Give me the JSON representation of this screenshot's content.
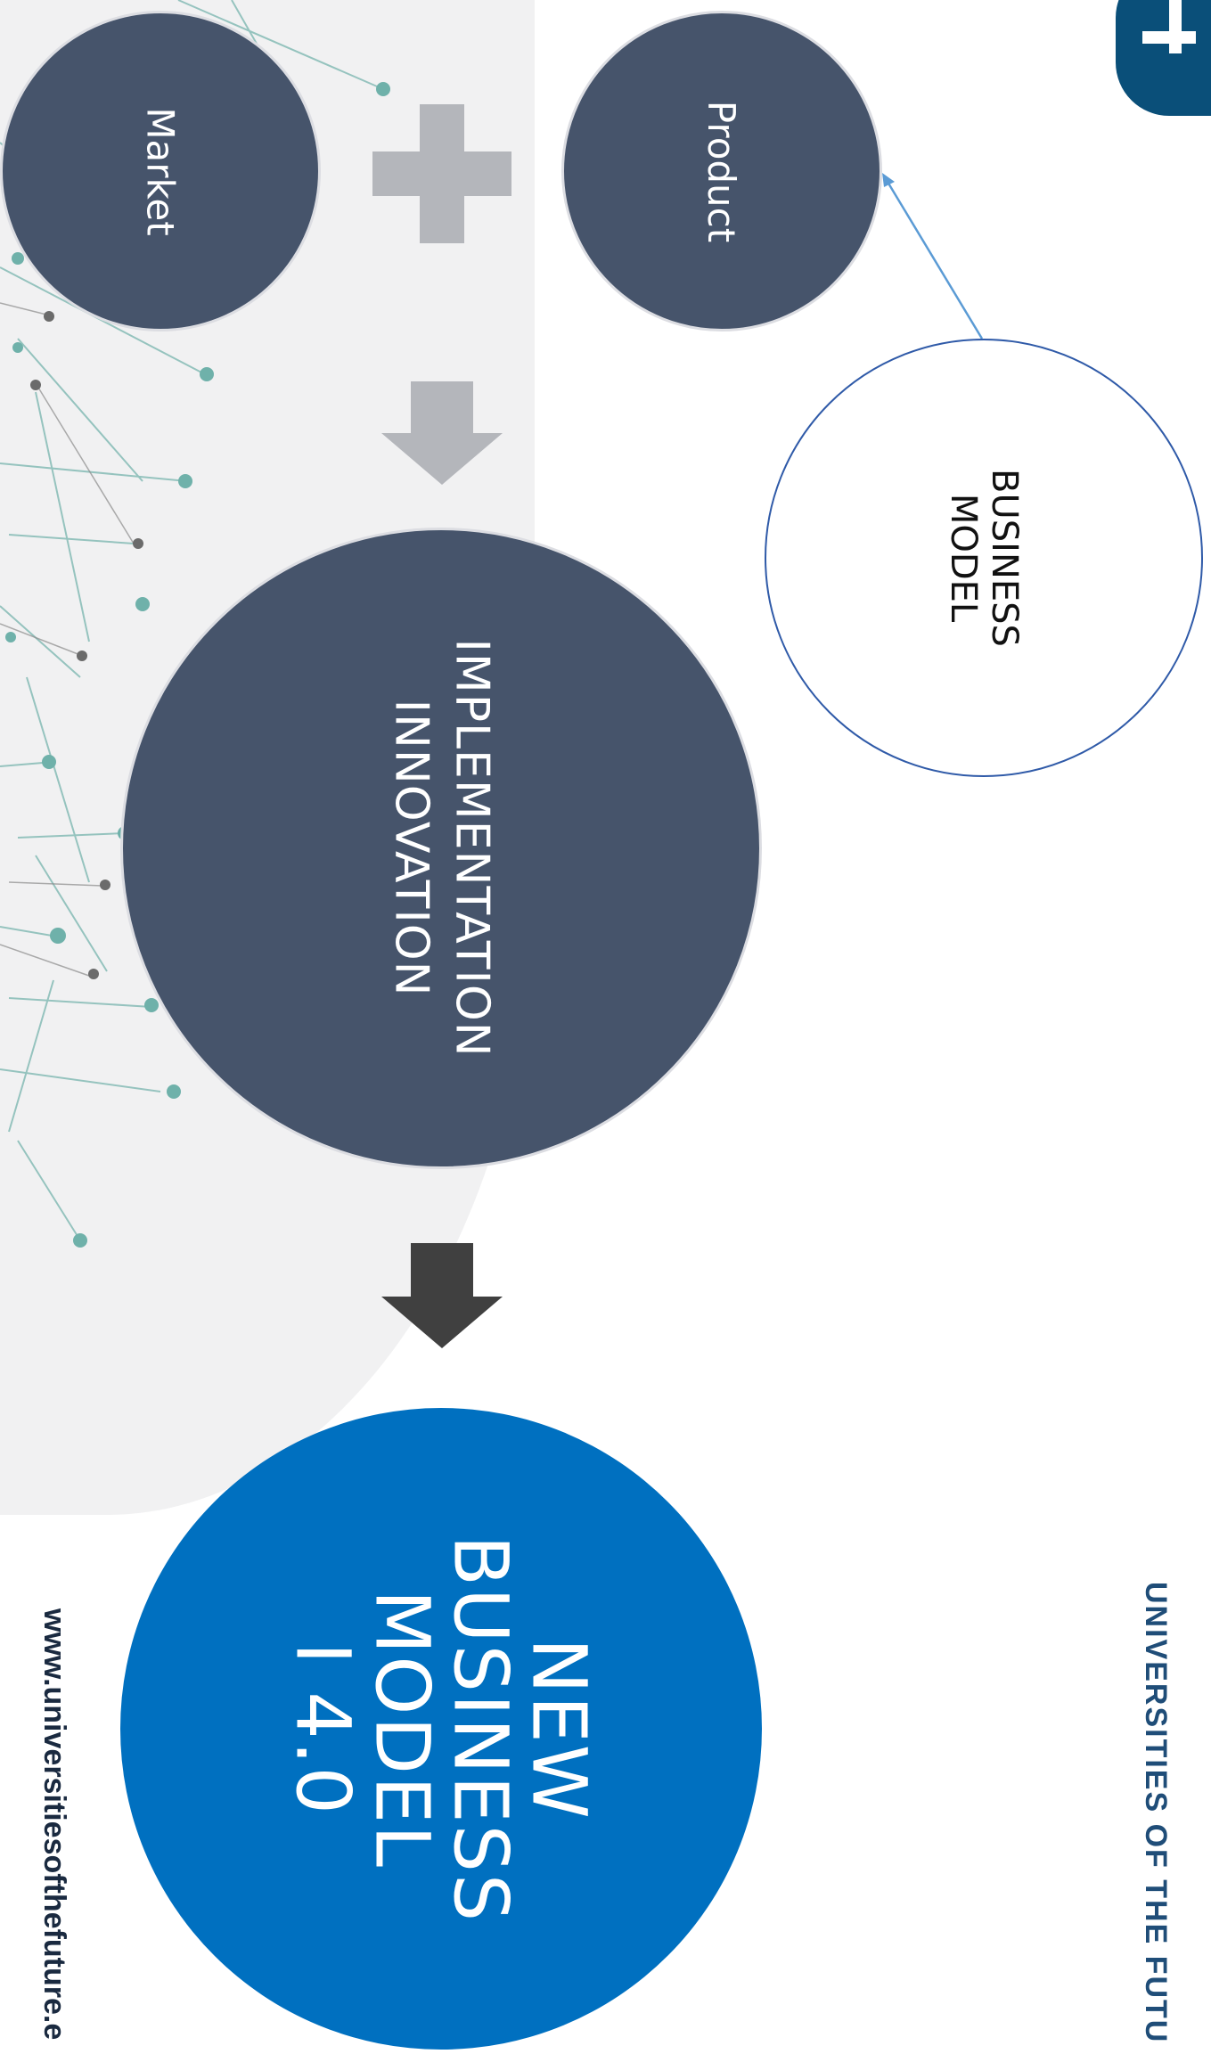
{
  "diagram": {
    "nodes": {
      "market": "Market",
      "product": "Product",
      "business_model": "BUSINESS\nMODEL",
      "implementation_innovation": "IMPLEMENTATION\nINNOVATION",
      "new_business_model": "NEW\nBUSINESS\nMODEL\nI 4.0"
    },
    "colors": {
      "dark_circle": "#46546b",
      "result_circle": "#0070c0",
      "plus_sign": "#b4b6bb",
      "arrow_light": "#b4b6bb",
      "arrow_dark": "#404040",
      "connector": "#5b9bd5",
      "brand": "#1f4d78"
    },
    "icons": [
      "plus-icon",
      "down-arrow-icon",
      "logo-mark"
    ]
  },
  "footer": {
    "org_name": "UNIVERSITIES OF THE FUTU",
    "website": "www.universitiesofthefuture.e"
  }
}
